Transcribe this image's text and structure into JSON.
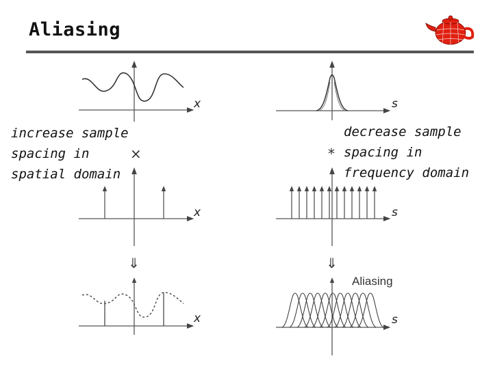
{
  "slide": {
    "title": "Aliasing",
    "left_caption": [
      "increase sample",
      "spacing in",
      "spatial domain"
    ],
    "right_caption": [
      "decrease sample",
      "spacing in",
      "frequency domain"
    ]
  },
  "diagram": {
    "axis_labels": {
      "spatial": "x",
      "frequency": "s"
    },
    "operators": {
      "multiply": "×",
      "convolve": "*",
      "arrow_left": "⇓",
      "arrow_right": "⇓"
    },
    "aliasing_label": "Aliasing"
  },
  "colors": {
    "title_rule": "#555555",
    "logo": "#e02010"
  }
}
